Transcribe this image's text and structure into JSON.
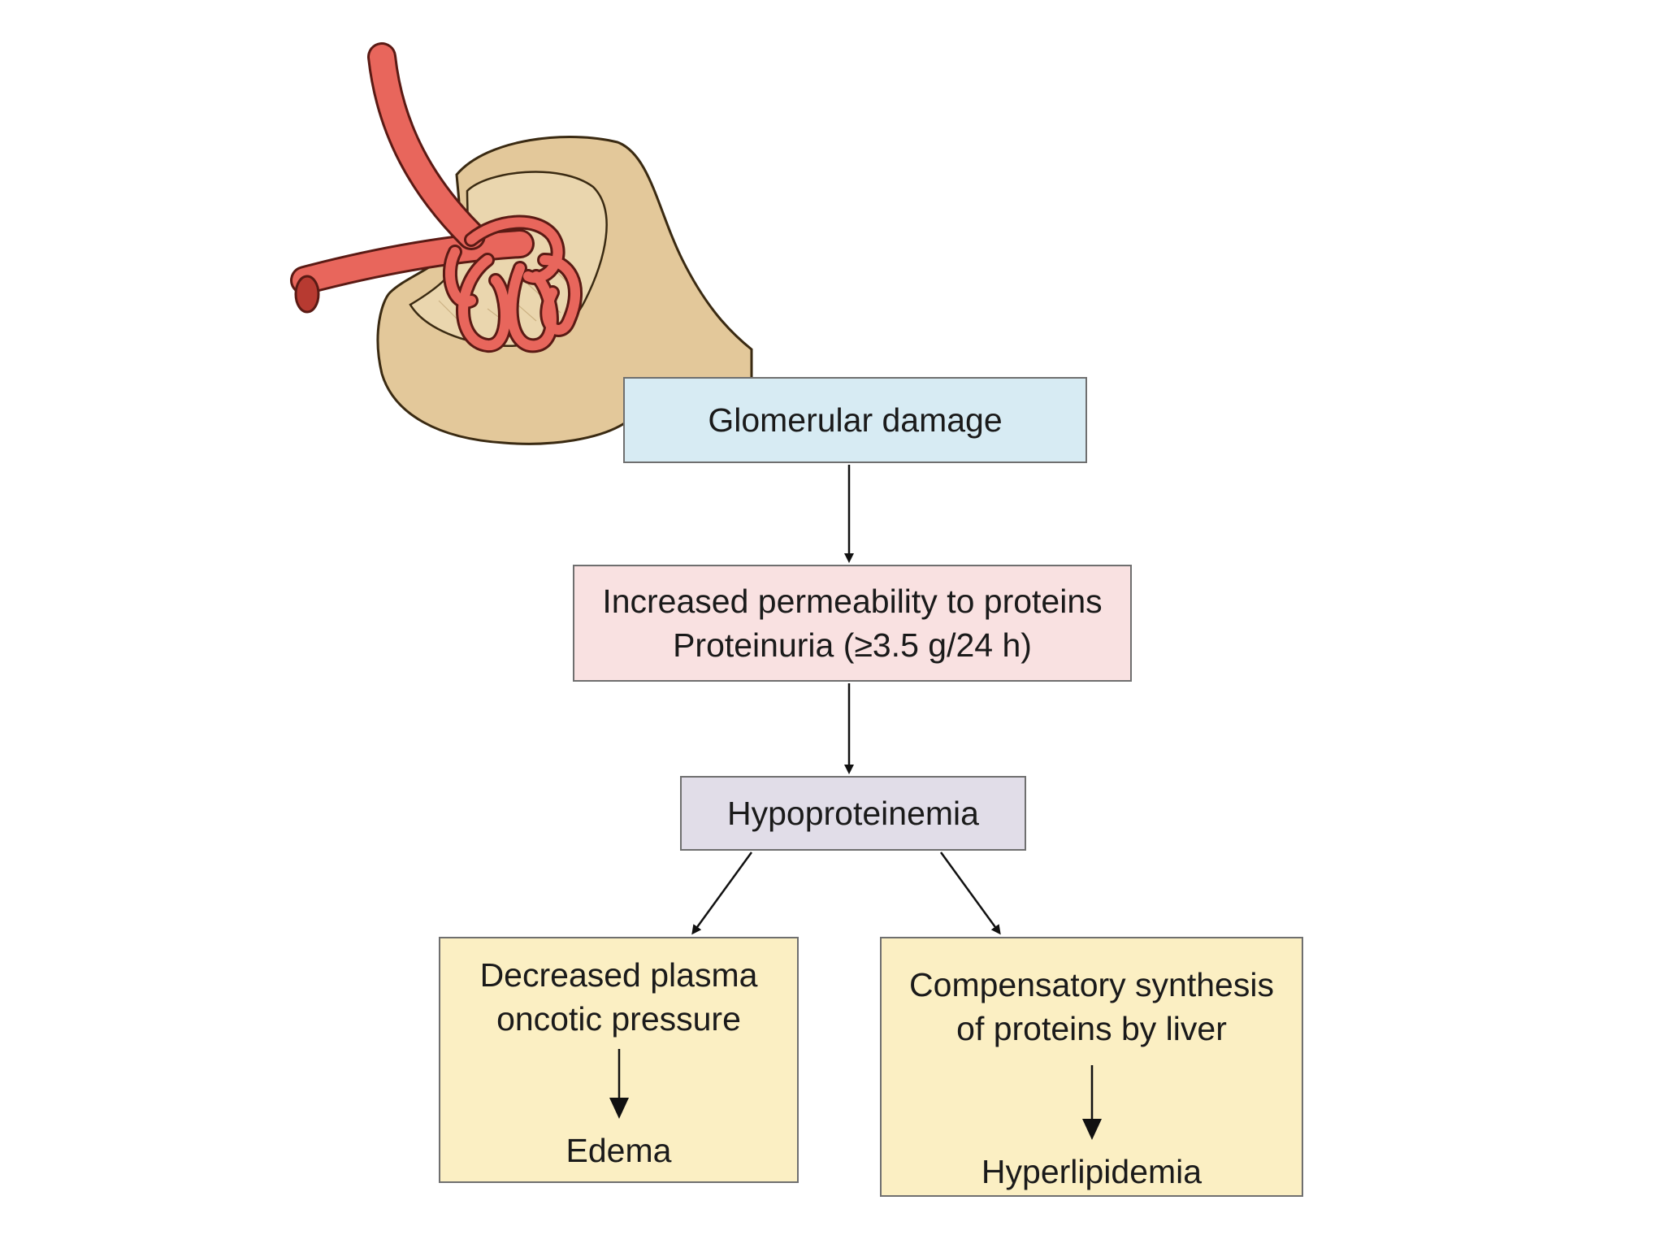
{
  "diagram": {
    "boxes": {
      "glomerular": {
        "text": "Glomerular damage",
        "fill": "#d7ebf3"
      },
      "permeability": {
        "line1": "Increased permeability to proteins",
        "line2": "Proteinuria (≥3.5 g/24 h)",
        "fill": "#f9e1e1"
      },
      "hypoproteinemia": {
        "text": "Hypoproteinemia",
        "fill": "#e1dde8"
      },
      "oncotic": {
        "line1": "Decreased plasma",
        "line2": "oncotic pressure",
        "result": "Edema",
        "fill": "#fbefc3"
      },
      "compensatory": {
        "line1": "Compensatory synthesis",
        "line2": "of proteins by liver",
        "result": "Hyperlipidemia",
        "fill": "#fbefc3"
      }
    },
    "illustration": {
      "vessel_color": "#e8665c",
      "vessel_outline": "#5a1a14",
      "capsule_color": "#e3c89a"
    }
  }
}
